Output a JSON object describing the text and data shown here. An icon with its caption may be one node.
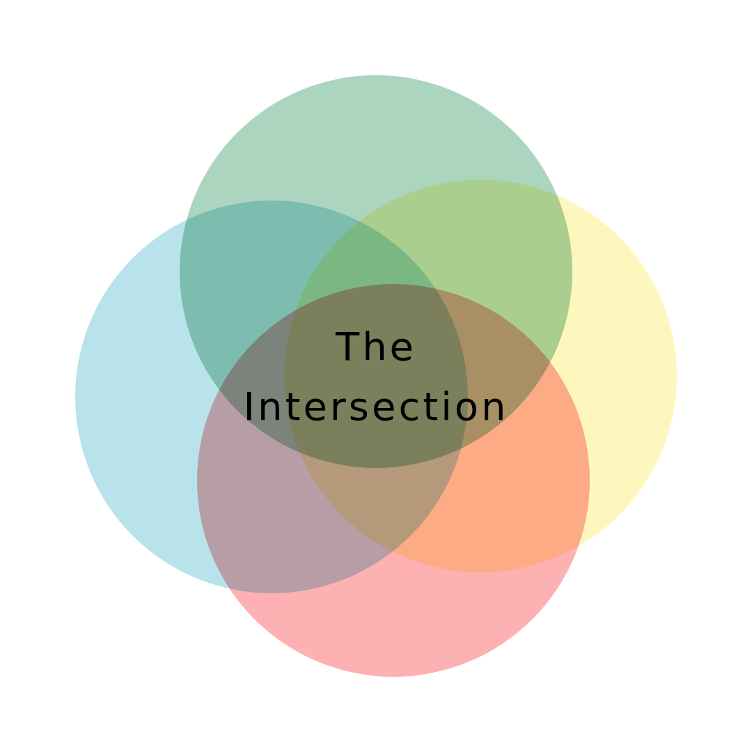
{
  "diagram": {
    "nodes": [
      {
        "text": [],
        "shape": "circle"
      },
      {
        "text": [],
        "shape": "circle"
      },
      {
        "text": [],
        "shape": "circle"
      },
      {
        "text": [],
        "shape": "circle"
      }
    ],
    "labels": [
      "The Intersection"
    ]
  }
}
